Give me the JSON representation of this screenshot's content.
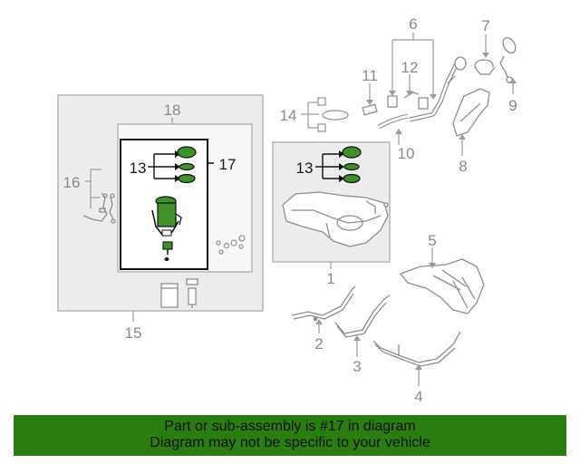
{
  "callouts": {
    "c1": "1",
    "c2": "2",
    "c3": "3",
    "c4": "4",
    "c5": "5",
    "c6": "6",
    "c7": "7",
    "c8": "8",
    "c9": "9",
    "c10": "10",
    "c11": "11",
    "c12": "12",
    "c13a": "13",
    "c13b": "13",
    "c14": "14",
    "c15": "15",
    "c16": "16",
    "c17": "17",
    "c18": "18"
  },
  "banner": {
    "line1": "Part or sub-assembly is #17 in diagram",
    "line2": "Diagram may not be specific to your vehicle"
  },
  "colors": {
    "banner_bg": "#2a7d11",
    "highlight_green": "#3f8f2a",
    "line_gray": "#9a9a9a"
  }
}
